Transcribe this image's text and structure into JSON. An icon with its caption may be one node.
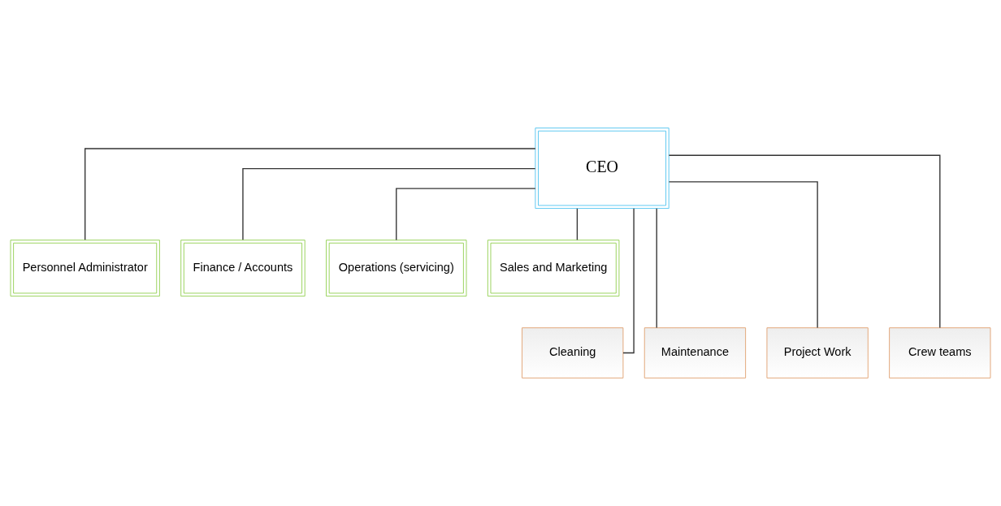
{
  "diagram": {
    "nodes": [
      {
        "text": [
          "CEO"
        ]
      },
      {
        "text": [
          "Personnel Administrator"
        ]
      },
      {
        "text": [
          "Finance / Accounts"
        ]
      },
      {
        "text": [
          "Operations (servicing)"
        ]
      },
      {
        "text": [
          "Sales and Marketing"
        ]
      },
      {
        "text": [
          "Cleaning"
        ]
      },
      {
        "text": [
          "Maintenance"
        ]
      },
      {
        "text": [
          "Project Work"
        ]
      },
      {
        "text": [
          "Crew teams"
        ]
      }
    ],
    "edges": [
      {
        "from": 0,
        "to": 1,
        "arrow": "none"
      },
      {
        "from": 0,
        "to": 2,
        "arrow": "none"
      },
      {
        "from": 0,
        "to": 3,
        "arrow": "none"
      },
      {
        "from": 0,
        "to": 4,
        "arrow": "none"
      },
      {
        "from": 0,
        "to": 5,
        "arrow": "none"
      },
      {
        "from": 0,
        "to": 6,
        "arrow": "none"
      },
      {
        "from": 0,
        "to": 7,
        "arrow": "none"
      },
      {
        "from": 0,
        "to": 8,
        "arrow": "none"
      }
    ]
  }
}
